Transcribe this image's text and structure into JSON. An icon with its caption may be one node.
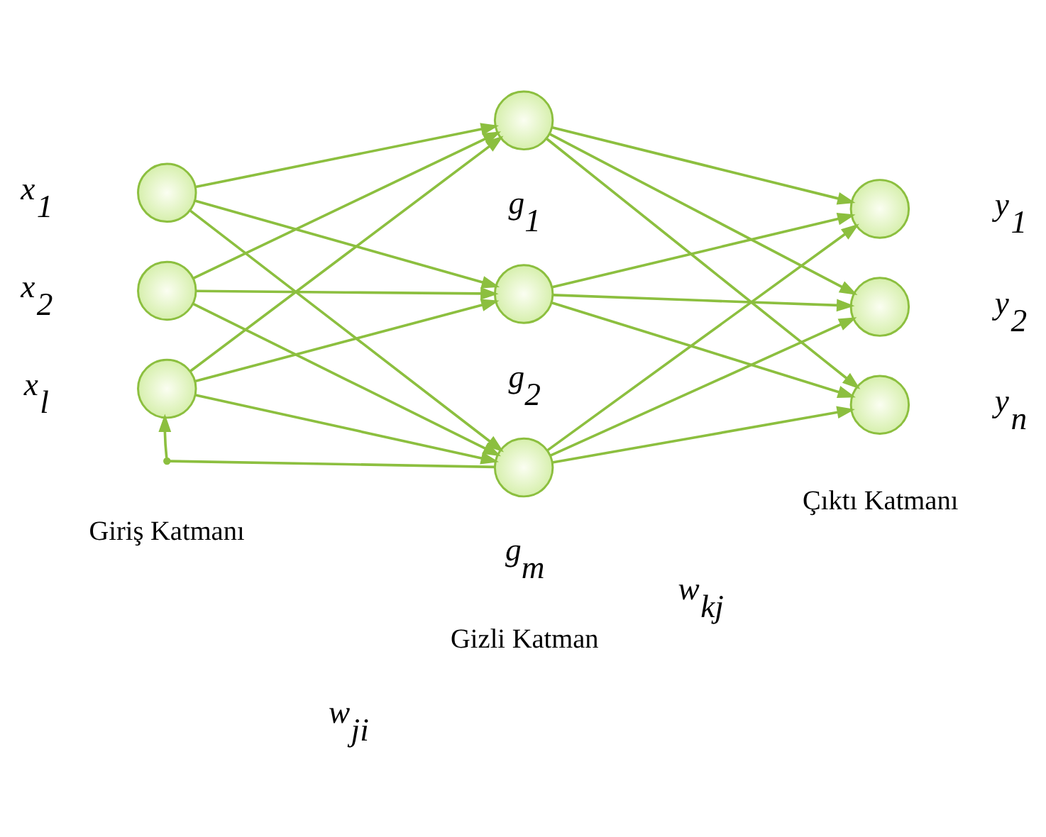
{
  "diagram": {
    "nodes": [
      {
        "text": [],
        "shape": "circle",
        "beside": [
          "x$_{1}$"
        ]
      },
      {
        "text": [],
        "shape": "circle",
        "beside": [
          "x$_{2}$"
        ]
      },
      {
        "text": [],
        "shape": "circle",
        "beside": [
          "x$_{l}$"
        ]
      },
      {
        "text": [],
        "shape": "circle",
        "beside": [
          "g$_{1}$"
        ]
      },
      {
        "text": [],
        "shape": "circle",
        "beside": [
          "g$_{2}$"
        ]
      },
      {
        "text": [],
        "shape": "circle",
        "beside": [
          "g$_{m}$"
        ]
      },
      {
        "text": [],
        "shape": "circle",
        "beside": [
          "y$_{1}$"
        ]
      },
      {
        "text": [],
        "shape": "circle",
        "beside": [
          "y$_{2}$"
        ]
      },
      {
        "text": [],
        "shape": "circle",
        "beside": [
          "y$_{n}$"
        ]
      },
      {
        "text": [],
        "shape": "point"
      }
    ],
    "edges": [
      {
        "from": 0,
        "to": 3,
        "arrow": "to"
      },
      {
        "from": 0,
        "to": 4,
        "arrow": "to"
      },
      {
        "from": 0,
        "to": 5,
        "arrow": "to"
      },
      {
        "from": 1,
        "to": 3,
        "arrow": "to"
      },
      {
        "from": 1,
        "to": 4,
        "arrow": "to"
      },
      {
        "from": 1,
        "to": 5,
        "arrow": "to"
      },
      {
        "from": 2,
        "to": 3,
        "arrow": "to"
      },
      {
        "from": 2,
        "to": 4,
        "arrow": "to"
      },
      {
        "from": 2,
        "to": 5,
        "arrow": "to"
      },
      {
        "from": 3,
        "to": 6,
        "arrow": "to"
      },
      {
        "from": 3,
        "to": 7,
        "arrow": "to"
      },
      {
        "from": 3,
        "to": 8,
        "arrow": "to"
      },
      {
        "from": 4,
        "to": 6,
        "arrow": "to"
      },
      {
        "from": 4,
        "to": 7,
        "arrow": "to"
      },
      {
        "from": 4,
        "to": 8,
        "arrow": "to"
      },
      {
        "from": 5,
        "to": 6,
        "arrow": "to"
      },
      {
        "from": 5,
        "to": 7,
        "arrow": "to"
      },
      {
        "from": 5,
        "to": 8,
        "arrow": "to"
      },
      {
        "from": 9,
        "to": 2,
        "arrow": "to"
      },
      {
        "from": 9,
        "to": 5,
        "arrow": "none"
      }
    ],
    "labels": [
      "w$_{ji}$",
      "w$_{kj}$",
      "Giriş Katmanı",
      "Gizli Katman",
      "Çıktı Katmanı"
    ]
  }
}
